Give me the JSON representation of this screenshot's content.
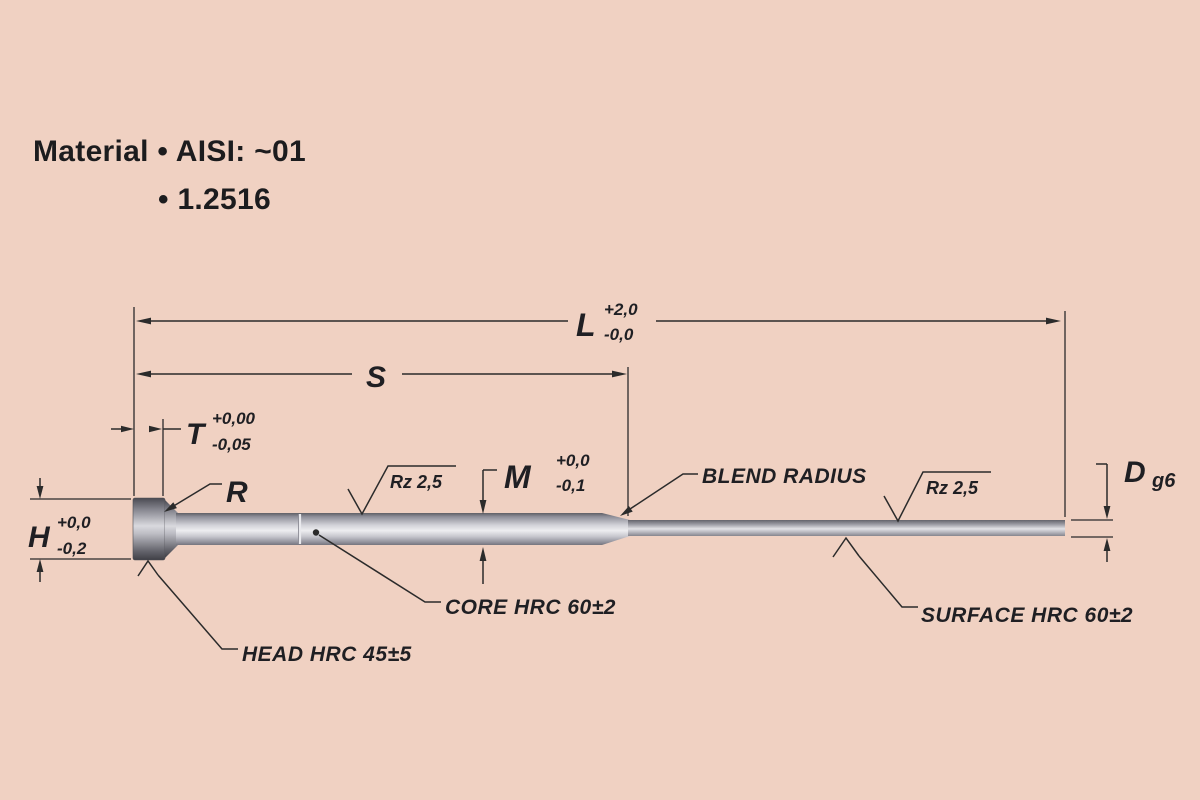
{
  "title_block": {
    "line1": "Material • AISI: ~01",
    "line2": "• 1.2516"
  },
  "dims": {
    "L": {
      "letter": "L",
      "plus": "+2,0",
      "minus": "-0,0"
    },
    "S": {
      "letter": "S"
    },
    "T": {
      "letter": "T",
      "plus": "+0,00",
      "minus": "-0,05"
    },
    "H": {
      "letter": "H",
      "plus": "+0,0",
      "minus": "-0,2"
    },
    "M": {
      "letter": "M",
      "plus": "+0,0",
      "minus": "-0,1"
    },
    "D": {
      "letter": "D",
      "fit": "g6"
    },
    "R": {
      "letter": "R"
    }
  },
  "callouts": {
    "surface_finish": "Rz 2,5",
    "blend_radius": "BLEND RADIUS",
    "core_hardness": "CORE HRC 60±2",
    "surface_hardness": "SURFACE HRC 60±2",
    "head_hardness": "HEAD HRC 45±5"
  },
  "colors": {
    "background": "#f0d1c2",
    "line": "#2b2b2b",
    "text": "#1f1f23",
    "metal_light": "#ededf0",
    "metal_dark": "#4a4a52"
  }
}
